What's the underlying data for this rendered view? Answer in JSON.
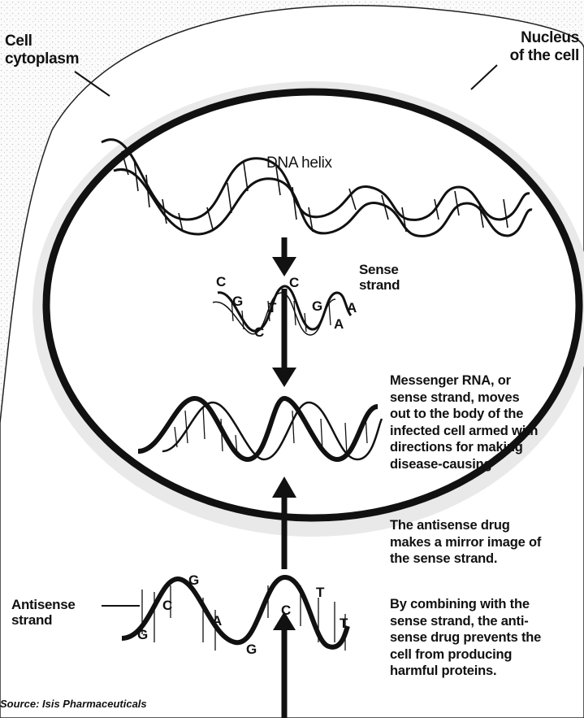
{
  "labels": {
    "cell_cytoplasm_line1": "Cell",
    "cell_cytoplasm_line2": "cytoplasm",
    "nucleus_line1": "Nucleus",
    "nucleus_line2": "of the cell",
    "dna_helix": "DNA helix",
    "sense_strand_line1": "Sense",
    "sense_strand_line2": "strand",
    "antisense_strand_line1": "Antisense",
    "antisense_strand_line2": "strand"
  },
  "sense_bases": [
    "C",
    "G",
    "C",
    "C",
    "T",
    "G",
    "A",
    "A"
  ],
  "antisense_bases": [
    "G",
    "C",
    "G",
    "A",
    "G",
    "C",
    "T",
    "T"
  ],
  "captions": {
    "messenger_rna": [
      "Messenger RNA, or",
      "sense strand, moves",
      "out to the body of the",
      "infected cell armed with",
      "directions for making",
      "disease-causing"
    ],
    "antisense_drug": [
      "The antisense drug",
      "makes a mirror image of",
      "the sense strand."
    ],
    "combining": [
      "By combining with the",
      "sense strand, the anti-",
      "sense drug prevents the",
      "cell from producing",
      "harmful proteins."
    ]
  },
  "source": "Source: Isis Pharmaceuticals"
}
